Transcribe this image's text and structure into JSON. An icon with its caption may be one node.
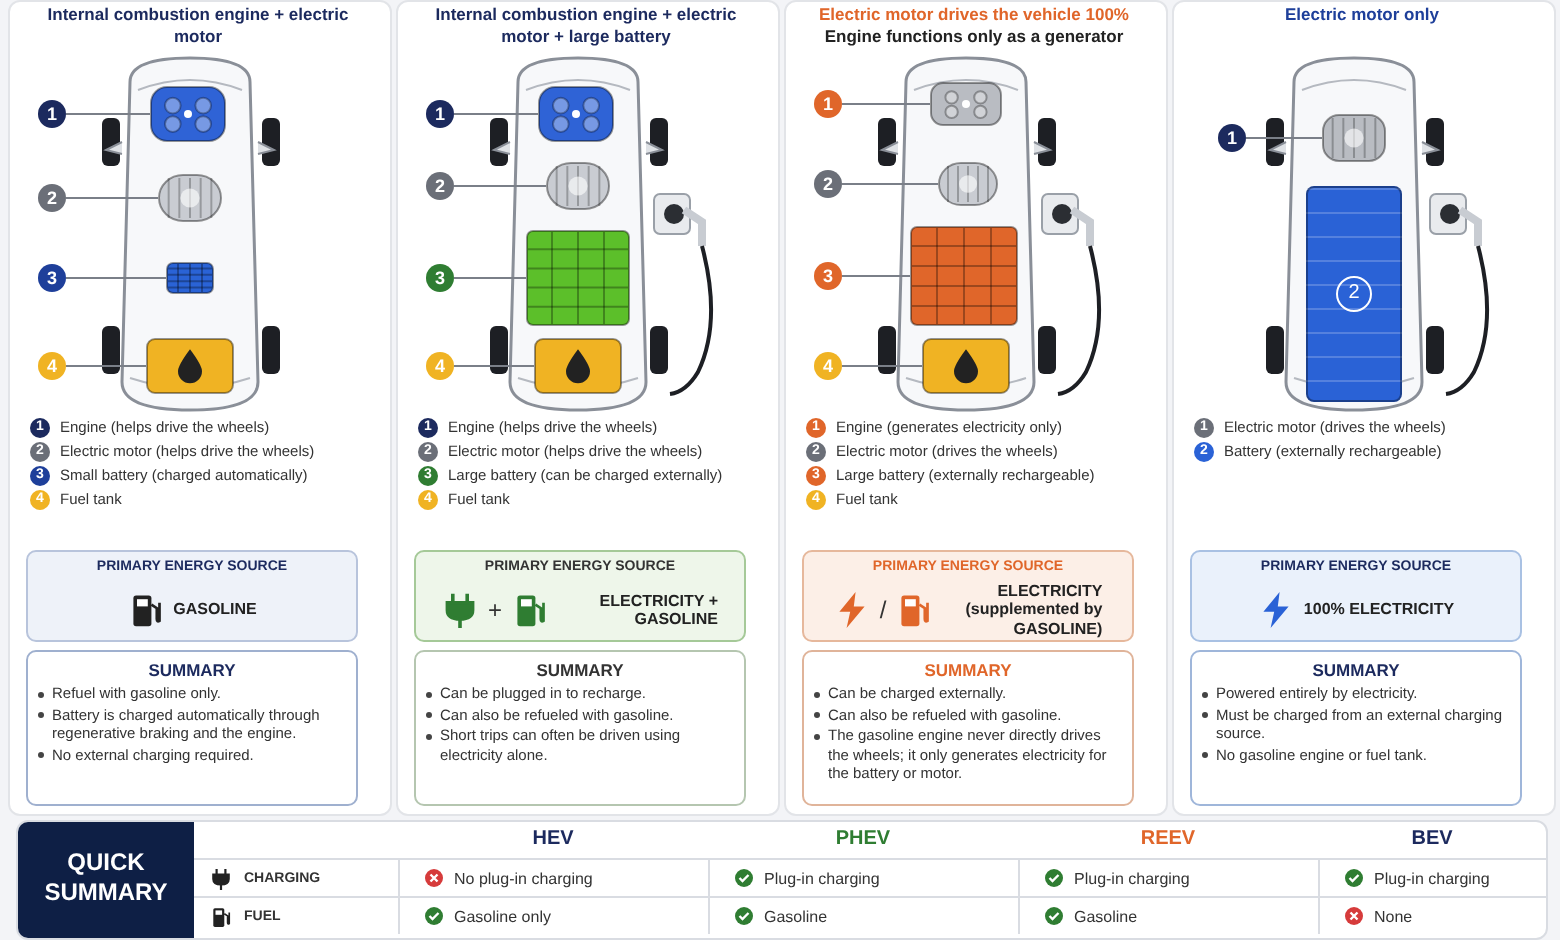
{
  "diagram": {
    "nodes": [
      {
        "text": [
          "Internal combustion engine + electric motor"
        ]
      },
      {
        "text": [
          "1"
        ],
        "in": 0
      },
      {
        "text": [],
        "shape": "picture",
        "in": 0
      },
      {
        "text": [
          "2"
        ],
        "in": 0
      },
      {
        "text": [],
        "shape": "picture",
        "in": 0
      },
      {
        "text": [
          "3"
        ],
        "in": 0
      },
      {
        "text": [],
        "shape": "picture",
        "in": 0
      },
      {
        "text": [
          "4"
        ],
        "in": 0
      },
      {
        "text": [],
        "shape": "picture",
        "in": 0
      },
      {
        "text": [
          "PRIMARY ENERGY SOURCE",
          "GASOLINE"
        ],
        "in": 0
      },
      {
        "text": [
          "SUMMARY",
          "Refuel with gasoline only.",
          "Battery is charged automatically through regenerative braking and the engine.",
          "No external charging required."
        ],
        "in": 0
      },
      {
        "text": [
          "Internal combustion engine + electric motor + large battery"
        ]
      },
      {
        "text": [
          "1"
        ],
        "in": 11
      },
      {
        "text": [],
        "shape": "picture",
        "in": 11
      },
      {
        "text": [
          "2"
        ],
        "in": 11
      },
      {
        "text": [],
        "shape": "picture",
        "in": 11
      },
      {
        "text": [
          "3"
        ],
        "in": 11
      },
      {
        "text": [],
        "shape": "picture",
        "in": 11
      },
      {
        "text": [
          "4"
        ],
        "in": 11
      },
      {
        "text": [],
        "shape": "picture",
        "in": 11
      },
      {
        "text": [
          "PRIMARY ENERGY SOURCE",
          "+",
          "ELECTRICITY + GASOLINE"
        ],
        "in": 11
      },
      {
        "text": [
          "SUMMARY",
          "Can be plugged in to recharge.",
          "Can also be refueled with gasoline.",
          "Short trips can often be driven using electricity alone."
        ],
        "in": 11
      },
      {
        "text": [
          "Electric motor drives the vehicle 100%",
          "Engine functions only as a generator"
        ]
      },
      {
        "text": [
          "1"
        ],
        "in": 22
      },
      {
        "text": [],
        "shape": "picture",
        "in": 22
      },
      {
        "text": [
          "2"
        ],
        "in": 22
      },
      {
        "text": [],
        "shape": "picture",
        "in": 22
      },
      {
        "text": [
          "3"
        ],
        "in": 22
      },
      {
        "text": [],
        "shape": "picture",
        "in": 22
      },
      {
        "text": [
          "4"
        ],
        "in": 22
      },
      {
        "text": [],
        "shape": "picture",
        "in": 22
      },
      {
        "text": [
          "PRIMARY ENERGY SOURCE",
          "/",
          "ELECTRICITY (supplemented by GASOLINE)"
        ],
        "in": 22
      },
      {
        "text": [
          "SUMMARY",
          "Can be charged externally.",
          "Can also be refueled with gasoline.",
          "The gasoline engine never directly drives the wheels; it only generates electricity for the battery or motor."
        ],
        "in": 22
      },
      {
        "text": [
          "Electric motor only"
        ]
      },
      {
        "text": [
          "1"
        ],
        "in": 33
      },
      {
        "text": [],
        "shape": "picture",
        "in": 33
      },
      {
        "text": [
          "2"
        ],
        "in": 33
      },
      {
        "text": [
          "PRIMARY ENERGY SOURCE",
          "100% ELECTRICITY"
        ],
        "in": 33
      },
      {
        "text": [
          "SUMMARY",
          "Powered entirely by electricity.",
          "Must be charged from an external charging source.",
          "No gasoline engine or fuel tank."
        ],
        "in": 33
      }
    ],
    "edges": [
      {
        "from": 1,
        "to": 2,
        "arrow": "none"
      },
      {
        "from": 3,
        "to": 4,
        "arrow": "none"
      },
      {
        "from": 5,
        "to": 6,
        "arrow": "none"
      },
      {
        "from": 7,
        "to": 8,
        "arrow": "none"
      },
      {
        "from": 12,
        "to": 13,
        "arrow": "none"
      },
      {
        "from": 14,
        "to": 15,
        "arrow": "none"
      },
      {
        "from": 16,
        "to": 17,
        "arrow": "none"
      },
      {
        "from": 18,
        "to": 19,
        "arrow": "none"
      },
      {
        "from": 23,
        "to": 24,
        "arrow": "none"
      },
      {
        "from": 25,
        "to": 26,
        "arrow": "none"
      },
      {
        "from": 27,
        "to": 28,
        "arrow": "none"
      },
      {
        "from": 29,
        "to": 30,
        "arrow": "none"
      },
      {
        "from": 34,
        "to": 35,
        "arrow": "none"
      }
    ],
    "labels": [
      "1",
      "Engine (helps drive the wheels)",
      "2",
      "Electric motor (helps drive the wheels)",
      "3",
      "Small battery (charged automatically)",
      "4",
      "Fuel tank",
      "1",
      "Engine (helps drive the wheels)",
      "2",
      "Electric motor (helps drive the wheels)",
      "3",
      "Large battery (can be charged externally)",
      "4",
      "Fuel tank",
      "1",
      "Engine (generates electricity only)",
      "2",
      "Electric motor (drives the wheels)",
      "3",
      "Large battery (externally rechargeable)",
      "4",
      "Fuel tank",
      "1",
      "Electric motor (drives the wheels)",
      "2",
      "Battery (externally rechargeable)",
      "QUICK SUMMARY",
      "HEV",
      "PHEV",
      "REEV",
      "BEV",
      "CHARGING",
      "No plug-in charging",
      "Plug-in charging",
      "Plug-in charging",
      "Plug-in charging",
      "FUEL",
      "Gasoline only",
      "Gasoline",
      "Gasoline",
      "None"
    ]
  }
}
